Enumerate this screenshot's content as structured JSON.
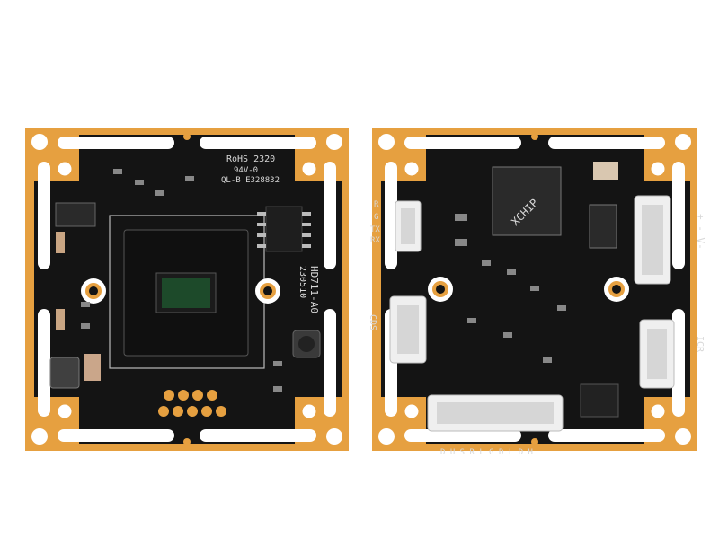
{
  "front_board": {
    "rohs": "RoHS 2320",
    "flammability": "94V-0",
    "ql": "QL-B E328832",
    "model": "HD711-A0",
    "date": "230510"
  },
  "back_board": {
    "chip_marking": "XCHIP",
    "label_r": "R",
    "label_g": "G",
    "label_tx": "TX",
    "label_rx": "RX",
    "label_cds": "CDS",
    "label_power": "+ - V-",
    "label_icr": "ICR",
    "label_bottom": "D U S R L G D L D H"
  },
  "colors": {
    "pcb": "#141414",
    "gold": "#e6a040",
    "silkscreen": "#d8d8d8",
    "connector": "#efefef"
  }
}
